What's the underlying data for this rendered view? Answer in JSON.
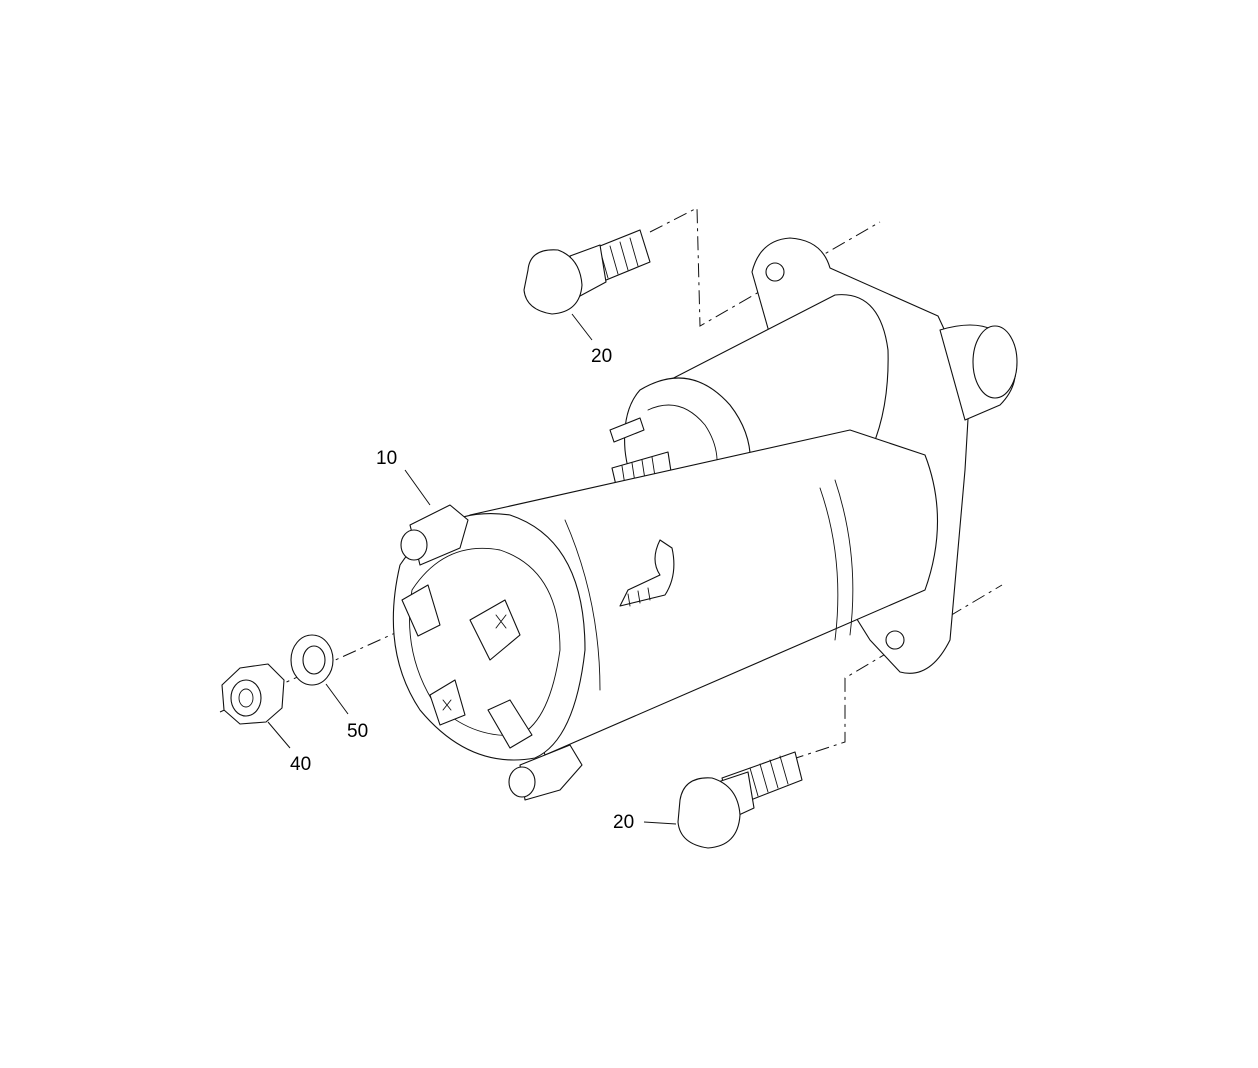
{
  "diagram": {
    "callouts": [
      {
        "id": "starter",
        "label": "10"
      },
      {
        "id": "bolt-top",
        "label": "20"
      },
      {
        "id": "bolt-bottom",
        "label": "20"
      },
      {
        "id": "nut",
        "label": "40"
      },
      {
        "id": "washer",
        "label": "50"
      }
    ]
  }
}
